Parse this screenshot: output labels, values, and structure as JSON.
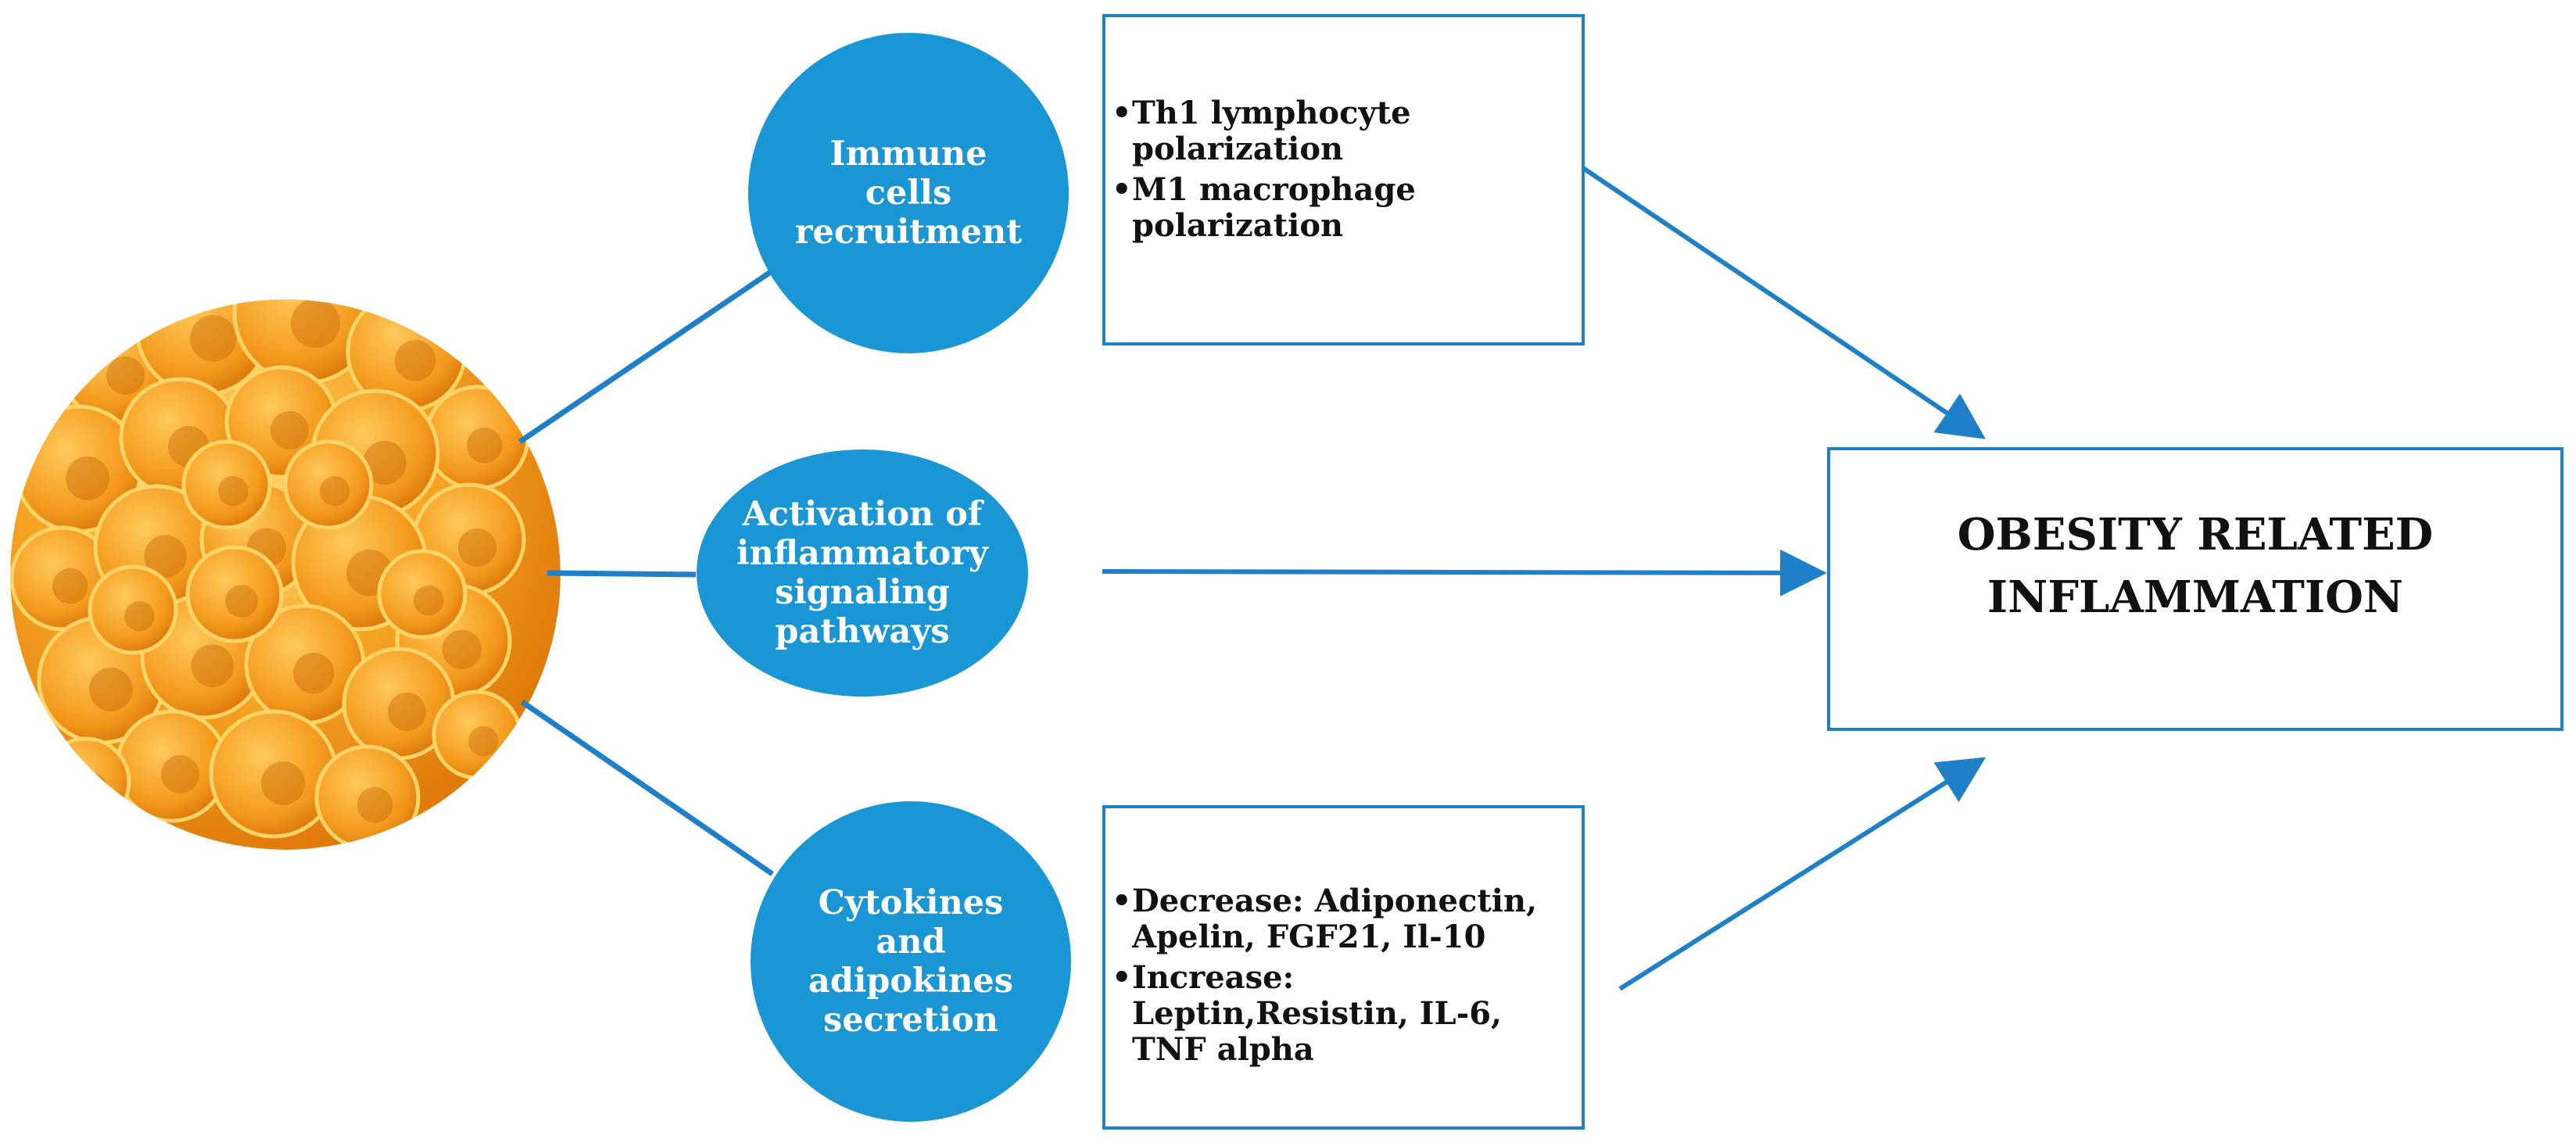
{
  "nodes": {
    "immune": {
      "lines": [
        "Immune",
        "cells",
        "recruitment"
      ]
    },
    "activation": {
      "lines": [
        "Activation of",
        "inflammatory",
        "signaling",
        "pathways"
      ]
    },
    "cytokines": {
      "lines": [
        "Cytokines",
        "and",
        "adipokines",
        "secretion"
      ]
    }
  },
  "boxes": {
    "immune_effects": {
      "items": [
        "Th1 lymphocyte polarization",
        "M1 macrophage polarization"
      ]
    },
    "cytokine_effects": {
      "items": [
        "Decrease: Adiponectin, Apelin, FGF21, Il-10",
        "Increase: Leptin,Resistin, IL-6, TNF alpha"
      ]
    }
  },
  "outcome": {
    "lines": [
      "OBESITY RELATED",
      "INFLAMMATION"
    ]
  },
  "colors": {
    "node_fill": "#1b96d4",
    "line": "#1f80c8",
    "cell_orange": "#f29b1c",
    "cell_light": "#fbd36b"
  }
}
